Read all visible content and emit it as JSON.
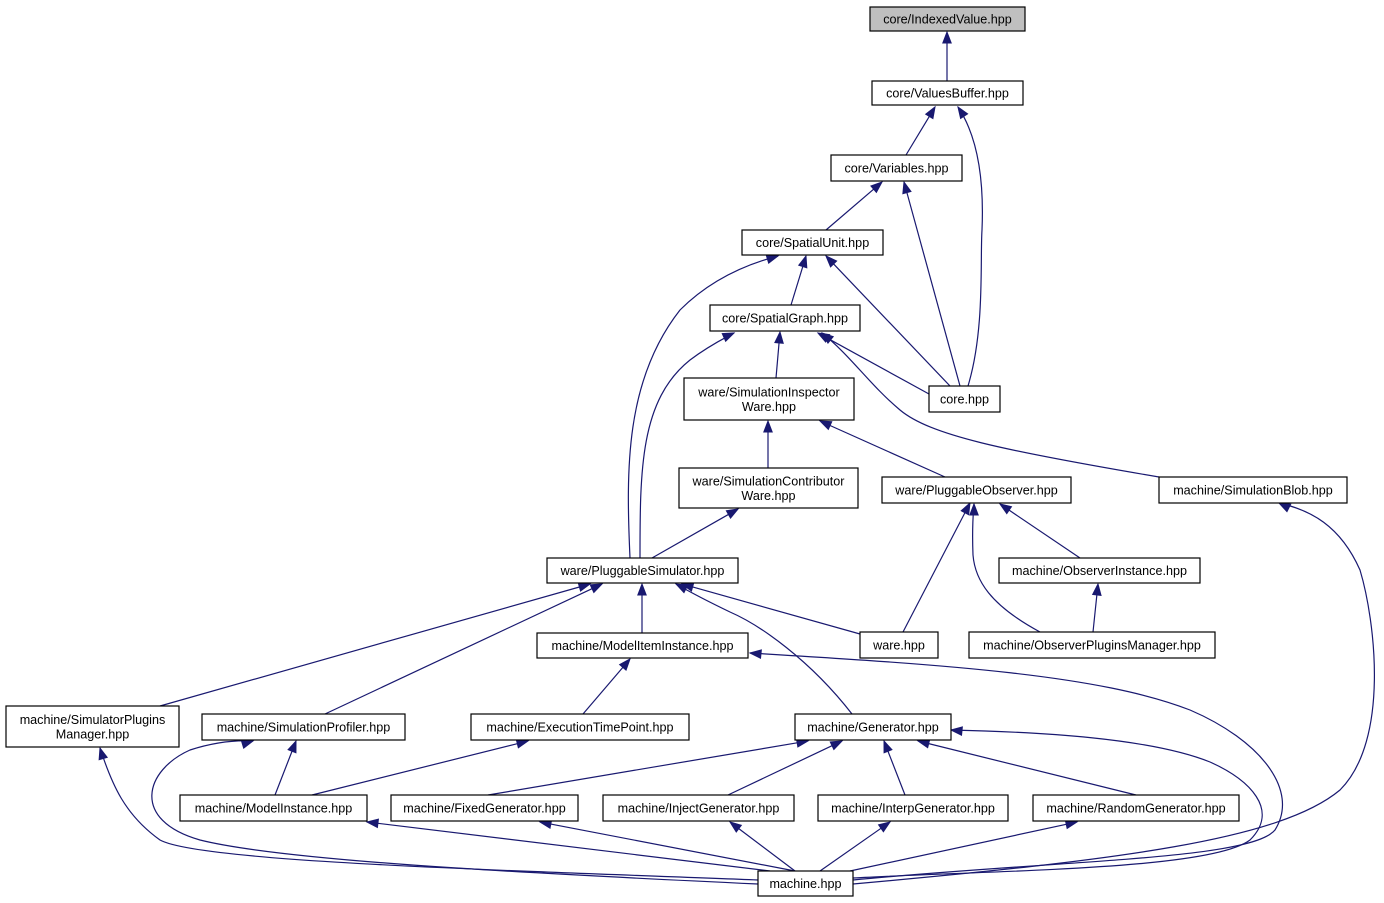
{
  "graph": {
    "colors": {
      "edge": "#191970",
      "root_fill": "#bfbfbf",
      "node_fill": "#ffffff",
      "border": "#000000"
    },
    "nodes": [
      {
        "id": "indexedvalue",
        "lines": [
          "core/IndexedValue.hpp"
        ],
        "root": true
      },
      {
        "id": "valuesbuffer",
        "lines": [
          "core/ValuesBuffer.hpp"
        ]
      },
      {
        "id": "variables",
        "lines": [
          "core/Variables.hpp"
        ]
      },
      {
        "id": "spatialunit",
        "lines": [
          "core/SpatialUnit.hpp"
        ]
      },
      {
        "id": "spatialgraph",
        "lines": [
          "core/SpatialGraph.hpp"
        ]
      },
      {
        "id": "corehpp",
        "lines": [
          "core.hpp"
        ]
      },
      {
        "id": "siminspector",
        "lines": [
          "ware/SimulationInspector",
          "Ware.hpp"
        ]
      },
      {
        "id": "simcontributor",
        "lines": [
          "ware/SimulationContributor",
          "Ware.hpp"
        ]
      },
      {
        "id": "pluggableobserver",
        "lines": [
          "ware/PluggableObserver.hpp"
        ]
      },
      {
        "id": "simblob",
        "lines": [
          "machine/SimulationBlob.hpp"
        ]
      },
      {
        "id": "pluggablesimulator",
        "lines": [
          "ware/PluggableSimulator.hpp"
        ]
      },
      {
        "id": "observerinstance",
        "lines": [
          "machine/ObserverInstance.hpp"
        ]
      },
      {
        "id": "modeliteminstance",
        "lines": [
          "machine/ModelItemInstance.hpp"
        ]
      },
      {
        "id": "warehpp",
        "lines": [
          "ware.hpp"
        ]
      },
      {
        "id": "observerpluginsmanager",
        "lines": [
          "machine/ObserverPluginsManager.hpp"
        ]
      },
      {
        "id": "simpluginsmanager",
        "lines": [
          "machine/SimulatorPlugins",
          "Manager.hpp"
        ]
      },
      {
        "id": "simprofiler",
        "lines": [
          "machine/SimulationProfiler.hpp"
        ]
      },
      {
        "id": "executiontimepoint",
        "lines": [
          "machine/ExecutionTimePoint.hpp"
        ]
      },
      {
        "id": "generator",
        "lines": [
          "machine/Generator.hpp"
        ]
      },
      {
        "id": "modelinstance",
        "lines": [
          "machine/ModelInstance.hpp"
        ]
      },
      {
        "id": "fixedgenerator",
        "lines": [
          "machine/FixedGenerator.hpp"
        ]
      },
      {
        "id": "injectgenerator",
        "lines": [
          "machine/InjectGenerator.hpp"
        ]
      },
      {
        "id": "interpgenerator",
        "lines": [
          "machine/InterpGenerator.hpp"
        ]
      },
      {
        "id": "randomgenerator",
        "lines": [
          "machine/RandomGenerator.hpp"
        ]
      },
      {
        "id": "machinehpp",
        "lines": [
          "machine.hpp"
        ]
      }
    ],
    "edges": [
      {
        "from": "valuesbuffer",
        "to": "indexedvalue"
      },
      {
        "from": "variables",
        "to": "valuesbuffer"
      },
      {
        "from": "corehpp",
        "to": "valuesbuffer"
      },
      {
        "from": "spatialunit",
        "to": "variables"
      },
      {
        "from": "corehpp",
        "to": "variables"
      },
      {
        "from": "spatialgraph",
        "to": "spatialunit"
      },
      {
        "from": "corehpp",
        "to": "spatialunit"
      },
      {
        "from": "pluggablesimulator",
        "to": "spatialunit"
      },
      {
        "from": "siminspector",
        "to": "spatialgraph"
      },
      {
        "from": "corehpp",
        "to": "spatialgraph"
      },
      {
        "from": "simblob",
        "to": "spatialgraph"
      },
      {
        "from": "pluggablesimulator",
        "to": "spatialgraph"
      },
      {
        "from": "simcontributor",
        "to": "siminspector"
      },
      {
        "from": "pluggableobserver",
        "to": "siminspector"
      },
      {
        "from": "pluggablesimulator",
        "to": "simcontributor"
      },
      {
        "from": "warehpp",
        "to": "pluggableobserver"
      },
      {
        "from": "observerinstance",
        "to": "pluggableobserver"
      },
      {
        "from": "observerpluginsmanager",
        "to": "pluggableobserver"
      },
      {
        "from": "observerpluginsmanager",
        "to": "observerinstance"
      },
      {
        "from": "machinehpp",
        "to": "simblob"
      },
      {
        "from": "simpluginsmanager",
        "to": "pluggablesimulator"
      },
      {
        "from": "simprofiler",
        "to": "pluggablesimulator"
      },
      {
        "from": "modeliteminstance",
        "to": "pluggablesimulator"
      },
      {
        "from": "generator",
        "to": "pluggablesimulator"
      },
      {
        "from": "warehpp",
        "to": "pluggablesimulator"
      },
      {
        "from": "executiontimepoint",
        "to": "modeliteminstance"
      },
      {
        "from": "machinehpp",
        "to": "modeliteminstance"
      },
      {
        "from": "modelinstance",
        "to": "simprofiler"
      },
      {
        "from": "machinehpp",
        "to": "simprofiler"
      },
      {
        "from": "modelinstance",
        "to": "executiontimepoint"
      },
      {
        "from": "fixedgenerator",
        "to": "generator"
      },
      {
        "from": "injectgenerator",
        "to": "generator"
      },
      {
        "from": "interpgenerator",
        "to": "generator"
      },
      {
        "from": "randomgenerator",
        "to": "generator"
      },
      {
        "from": "machinehpp",
        "to": "generator"
      },
      {
        "from": "machinehpp",
        "to": "simpluginsmanager"
      },
      {
        "from": "machinehpp",
        "to": "modelinstance"
      },
      {
        "from": "machinehpp",
        "to": "fixedgenerator"
      },
      {
        "from": "machinehpp",
        "to": "injectgenerator"
      },
      {
        "from": "machinehpp",
        "to": "interpgenerator"
      },
      {
        "from": "machinehpp",
        "to": "randomgenerator"
      }
    ]
  }
}
